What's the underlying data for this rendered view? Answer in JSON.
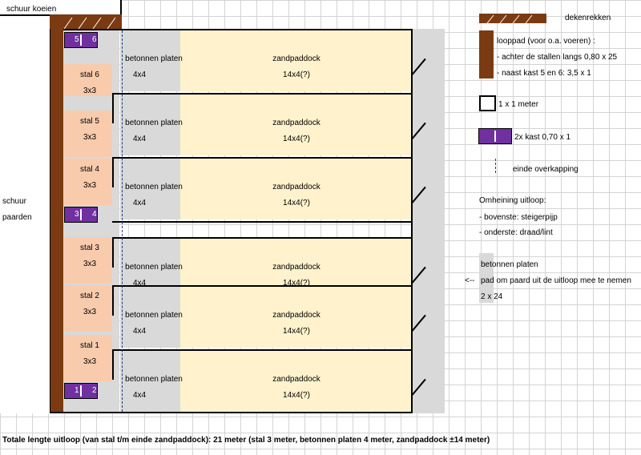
{
  "buildings": {
    "cows_barn": "schuur koeien",
    "horse_barn_line1": "schuur",
    "horse_barn_line2": "paarden"
  },
  "lanes": [
    {
      "stal": "stal 6",
      "stal_size": "3x3",
      "plates": "betonnen platen",
      "plates_size": "4x4",
      "paddock": "zandpaddock",
      "paddock_size": "14x4(?)"
    },
    {
      "stal": "stal 5",
      "stal_size": "3x3",
      "plates": "betonnen platen",
      "plates_size": "4x4",
      "paddock": "zandpaddock",
      "paddock_size": "14x4(?)"
    },
    {
      "stal": "stal 4",
      "stal_size": "3x3",
      "plates": "betonnen platen",
      "plates_size": "4x4",
      "paddock": "zandpaddock",
      "paddock_size": "14x4(?)"
    },
    {
      "stal": "stal 3",
      "stal_size": "3x3",
      "plates": "betonnen platen",
      "plates_size": "4x4",
      "paddock": "zandpaddock",
      "paddock_size": "14x4(?)"
    },
    {
      "stal": "stal 2",
      "stal_size": "3x3",
      "plates": "betonnen platen",
      "plates_size": "4x4",
      "paddock": "zandpaddock",
      "paddock_size": "14x4(?)"
    },
    {
      "stal": "stal 1",
      "stal_size": "3x3",
      "plates": "betonnen platen",
      "plates_size": "4x4",
      "paddock": "zandpaddock",
      "paddock_size": "14x4(?)"
    }
  ],
  "kasten": [
    {
      "left": "5",
      "right": "6"
    },
    {
      "left": "3",
      "right": "4"
    },
    {
      "left": "1",
      "right": "2"
    }
  ],
  "legend": {
    "dekenrekken": "dekenrekken",
    "looppad_title": "looppad (voor o.a. voeren) :",
    "looppad_line1": "- achter de stallen langs 0,80 x 25",
    "looppad_line2": "- naast kast 5 en 6: 3,5 x 1",
    "square": "1 x 1 meter",
    "kast": "2x kast 0,70 x 1",
    "overkapping": "einde overkapping",
    "fence_title": "Omheining uitloop:",
    "fence_line1": "- bovenste: steigerpijp",
    "fence_line2": "- onderste: draad/lint",
    "plates_title": "betonnen platen",
    "arrow": "<--",
    "plates_line1": "pad om paard uit de uitloop mee te nemen",
    "plates_line2": "2 x 24"
  },
  "colors": {
    "brown": "#7a3b12",
    "purple": "#7030a0",
    "peach": "#f8cbad",
    "grey": "#d9d9d9",
    "cream": "#fff2cc",
    "dash": "#1f3d7a"
  },
  "footer": "Totale lengte uitloop (van stal t/m einde zandpaddock): 21 meter (stal 3 meter, betonnen platen 4 meter, zandpaddock ±14 meter)"
}
